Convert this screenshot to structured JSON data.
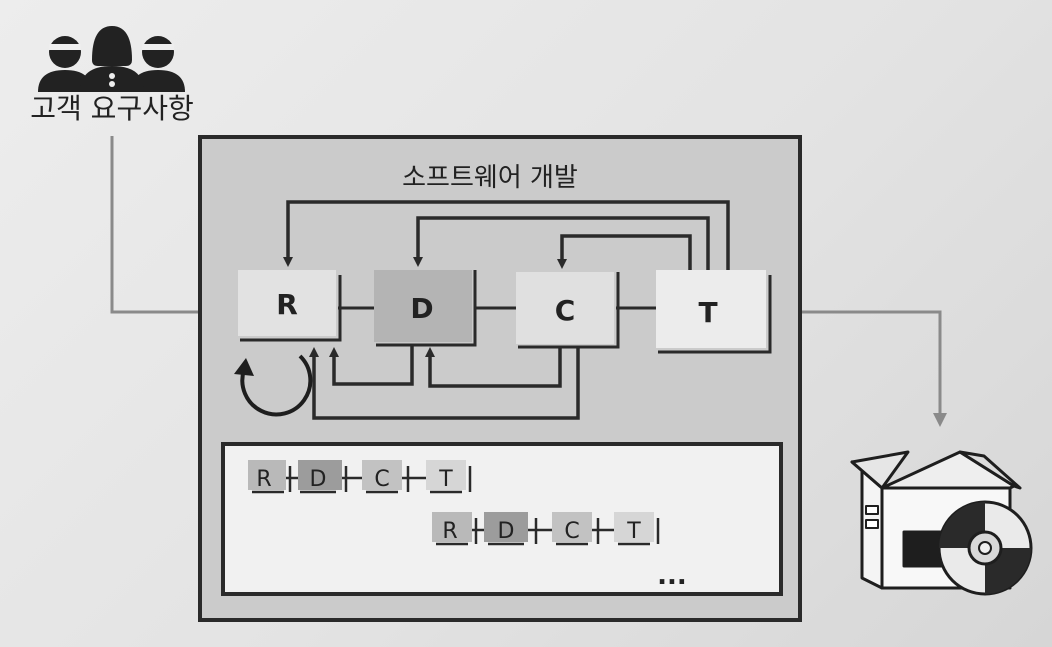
{
  "customer_label": "고객 요구사항",
  "dev_title": "소프트웨어 개발",
  "stages": {
    "r": "R",
    "d": "D",
    "c": "C",
    "t": "T"
  },
  "iterations": [
    [
      "R",
      "D",
      "C",
      "T"
    ],
    [
      "R",
      "D",
      "C",
      "T"
    ]
  ],
  "ellipsis": "...",
  "icons": [
    "people-group-icon",
    "product-box-icon",
    "disc-icon",
    "loop-arrow-icon"
  ]
}
